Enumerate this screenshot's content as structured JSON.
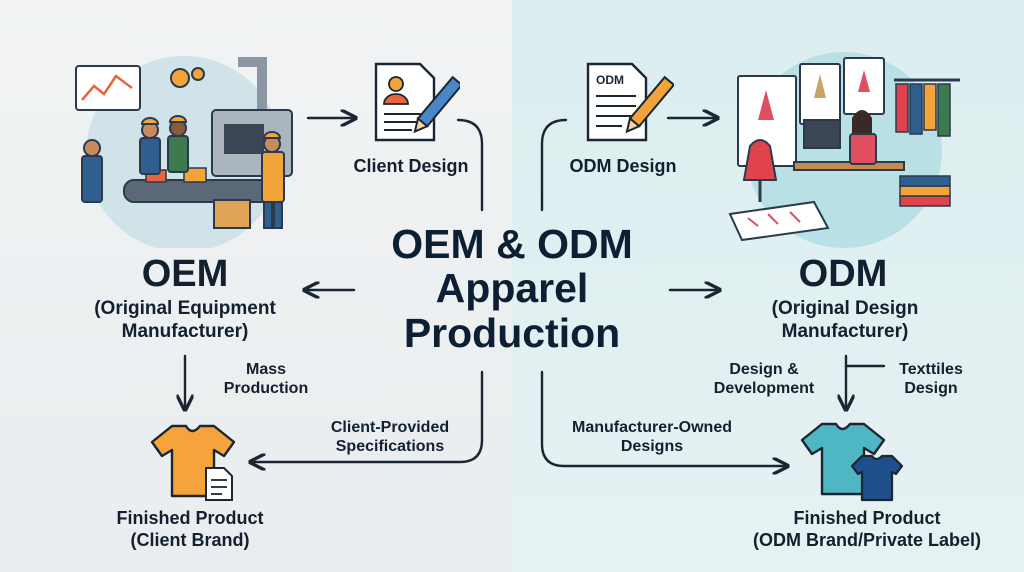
{
  "center_title": {
    "line1": "OEM & ODM",
    "line2": "Apparel",
    "line3": "Production"
  },
  "oem": {
    "heading": "OEM",
    "full_name_line1": "(Original Equipment",
    "full_name_line2": "Manufacturer)",
    "design_label": "Client Design",
    "step_label_line1": "Mass",
    "step_label_line2": "Production",
    "spec_label_line1": "Client-Provided",
    "spec_label_line2": "Specifications",
    "result_line1": "Finished Product",
    "result_line2": "(Client Brand)"
  },
  "odm": {
    "heading": "ODM",
    "full_name_line1": "(Original Design",
    "full_name_line2": "Manufacturer)",
    "design_label": "ODM Design",
    "doc_tag": "ODM",
    "step_label_a_line1": "Design &",
    "step_label_a_line2": "Development",
    "step_label_b_line1": "Texttiles",
    "step_label_b_line2": "Design",
    "owned_label_line1": "Manufacturer-Owned",
    "owned_label_line2": "Designs",
    "result_line1": "Finished Product",
    "result_line2": "(ODM Brand/Private Label)"
  },
  "colors": {
    "left_bg": "#eef1f3",
    "right_bg": "#dceef0",
    "text": "#0f1b2d",
    "arrow": "#1b2633",
    "orange": "#f6a33b",
    "teal": "#4fb7c4",
    "navy": "#1f4e8c"
  },
  "icons": [
    "factory-illustration",
    "client-design-document-icon",
    "odm-design-document-icon",
    "designer-studio-illustration",
    "yellow-tshirt-icon",
    "teal-tshirt-icon"
  ]
}
